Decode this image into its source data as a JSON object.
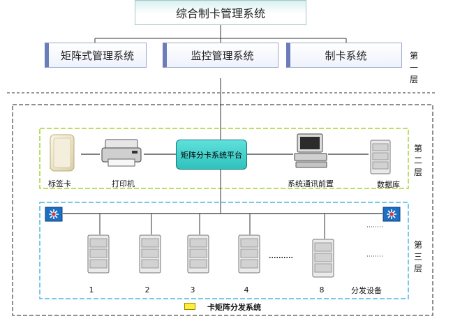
{
  "layer1": {
    "top_system": "综合制卡管理系统",
    "subsystems": [
      "矩阵式管理系统",
      "监控管理系统",
      "制卡系统"
    ],
    "layer_label": [
      "第",
      "一",
      "层"
    ]
  },
  "layer2": {
    "platform": "矩阵分卡系统平台",
    "tag_card": "标签卡",
    "printer": "打印机",
    "comm_front": "系统通讯前置",
    "database": "数据库",
    "layer_label": [
      "第",
      "二",
      "层"
    ]
  },
  "layer3": {
    "server_numbers": [
      "1",
      "2",
      "3",
      "4",
      "8"
    ],
    "distribution_label": "分发设备",
    "layer_label": [
      "第",
      "三",
      "层"
    ]
  },
  "legend": {
    "text": "卡矩阵分发系统",
    "color": "#ffef3a"
  },
  "colors": {
    "layer2_border": "#a7d234",
    "layer3_border": "#49b7e6",
    "platform_fill": "#3cc9c4"
  }
}
